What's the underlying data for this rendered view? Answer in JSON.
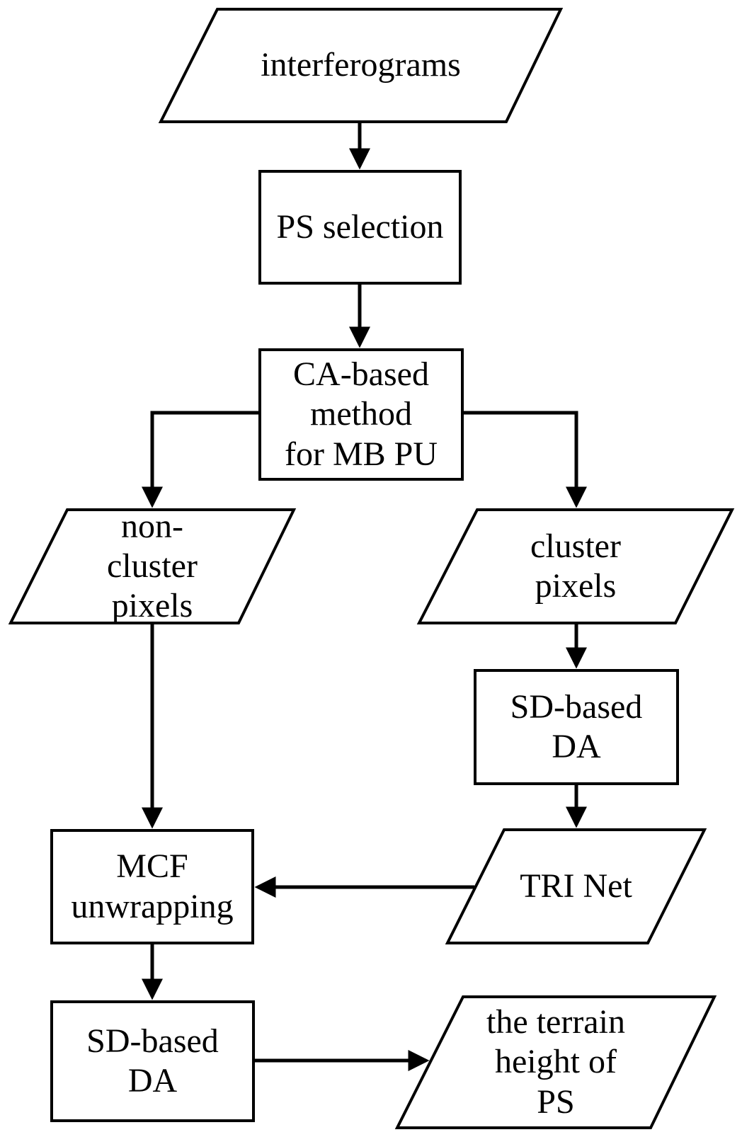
{
  "diagram": {
    "background_color": "#ffffff",
    "stroke_color": "#000000",
    "nodes": {
      "interferograms": {
        "label": "interferograms",
        "shape": "parallelogram"
      },
      "ps_selection": {
        "label": "PS selection",
        "shape": "rectangle"
      },
      "ca_method": {
        "label": "CA-based\nmethod\nfor MB PU",
        "shape": "rectangle"
      },
      "non_cluster_pixels": {
        "label": "non-\ncluster\npixels",
        "shape": "parallelogram"
      },
      "cluster_pixels": {
        "label": "cluster\npixels",
        "shape": "parallelogram"
      },
      "sd_based_da_upper": {
        "label": "SD-based\nDA",
        "shape": "rectangle"
      },
      "tri_net": {
        "label": "TRI Net",
        "shape": "parallelogram"
      },
      "mcf_unwrapping": {
        "label": "MCF\nunwrapping",
        "shape": "rectangle"
      },
      "sd_based_da_lower": {
        "label": "SD-based\nDA",
        "shape": "rectangle"
      },
      "terrain_height": {
        "label": "the terrain\nheight of\nPS",
        "shape": "parallelogram"
      }
    },
    "edges": [
      {
        "from": "interferograms",
        "to": "ps_selection"
      },
      {
        "from": "ps_selection",
        "to": "ca_method"
      },
      {
        "from": "ca_method",
        "to": "non_cluster_pixels"
      },
      {
        "from": "ca_method",
        "to": "cluster_pixels"
      },
      {
        "from": "cluster_pixels",
        "to": "sd_based_da_upper"
      },
      {
        "from": "sd_based_da_upper",
        "to": "tri_net"
      },
      {
        "from": "tri_net",
        "to": "mcf_unwrapping"
      },
      {
        "from": "non_cluster_pixels",
        "to": "mcf_unwrapping"
      },
      {
        "from": "mcf_unwrapping",
        "to": "sd_based_da_lower"
      },
      {
        "from": "sd_based_da_lower",
        "to": "terrain_height"
      }
    ]
  }
}
